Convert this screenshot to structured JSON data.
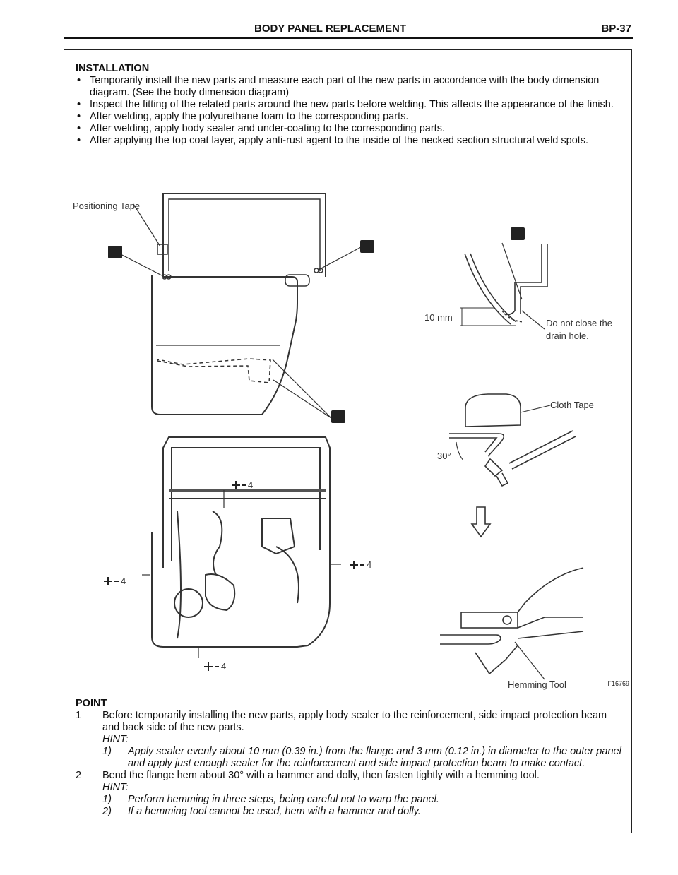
{
  "header": {
    "title": "BODY PANEL REPLACEMENT",
    "page": "BP-37"
  },
  "installation": {
    "heading": "INSTALLATION",
    "items": [
      "Temporarily install the new parts and measure each part of the new parts in accordance with the body dimension diagram. (See the body dimension diagram)",
      "Inspect the fitting of the related parts around the new parts before welding. This affects the appearance of the finish.",
      "After welding, apply the polyurethane foam to the corresponding parts.",
      "After welding, apply body sealer and under-coating to the corresponding parts.",
      "After applying the top coat layer, apply anti-rust agent to the inside of the necked section structural weld spots."
    ]
  },
  "figure": {
    "labels": {
      "positioning_tape": "Positioning Tape",
      "dimension": "10 mm",
      "drain_note_line1": "Do not close the",
      "drain_note_line2": "drain hole.",
      "cloth_tape": "Cloth Tape",
      "angle": "30°",
      "hemming_tool": "Hemming Tool",
      "weld_count": "4"
    },
    "figure_id": "F16769"
  },
  "point": {
    "heading": "POINT",
    "step1_num": "1",
    "step1": "Before temporarily installing the new parts, apply body sealer to the reinforcement, side impact protection beam and back side of the new parts.",
    "hint_label": "HINT:",
    "step1_hint1_num": "1)",
    "step1_hint1": "Apply sealer evenly about 10 mm (0.39 in.) from the flange and 3 mm  (0.12 in.) in diameter to the outer panel and apply just enough sealer for the reinforcement and side impact protection beam to make contact.",
    "step2_num": "2",
    "step2": "Bend the flange hem about 30° with a hammer and dolly, then fasten tightly with a hemming tool.",
    "step2_hint1_num": "1)",
    "step2_hint1": "Perform hemming in three steps, being careful not to warp the panel.",
    "step2_hint2_num": "2)",
    "step2_hint2": "If a hemming tool cannot be used, hem with a hammer and dolly."
  }
}
